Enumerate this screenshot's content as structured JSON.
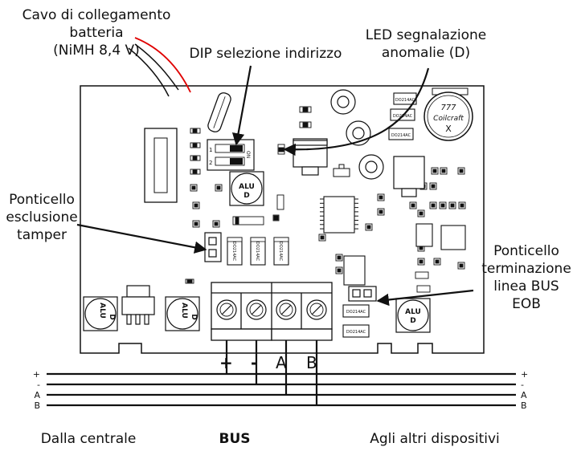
{
  "labels": {
    "battery_cable": [
      "Cavo di collegamento",
      "batteria",
      "(NiMH 8,4 V)"
    ],
    "dip": "DIP selezione indirizzo",
    "led": [
      "LED segnalazione",
      "anomalie (D)"
    ],
    "tamper": [
      "Ponticello",
      "esclusione",
      "tamper"
    ],
    "eob": [
      "Ponticello",
      "terminazione",
      "linea BUS",
      "EOB"
    ],
    "from_panel": "Dalla centrale",
    "bus": "BUS",
    "to_devices": "Agli altri dispositivi"
  },
  "bus_lines": {
    "left": [
      "+",
      "-",
      "A",
      "B"
    ],
    "right": [
      "+",
      "-",
      "A",
      "B"
    ]
  },
  "terminal_labels": [
    "+",
    "-",
    "A",
    "B"
  ],
  "components": {
    "capacitor_label": "ALU",
    "capacitor_sub": "D",
    "diode_label": "DO214AC",
    "inductor_brand": "Coilcraft",
    "inductor_num": "777",
    "inductor_mark": "X",
    "dip_label_on": "ON"
  }
}
